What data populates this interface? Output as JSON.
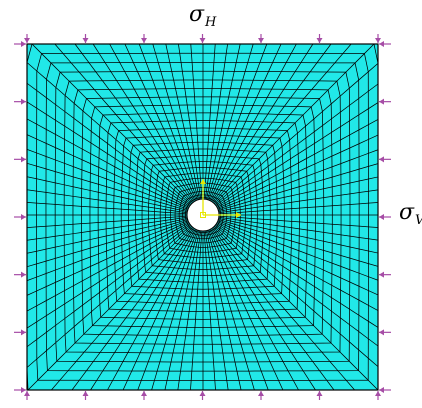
{
  "figure": {
    "labels": {
      "top_symbol": "σ",
      "top_subscript": "H",
      "right_symbol": "σ",
      "right_subscript": "V"
    },
    "colors": {
      "mesh_fill": "#21E8E8",
      "mesh_lines": "#000000",
      "hole_fill": "#FFFFFF",
      "load_arrows": "#A64DA6",
      "axis_triad": "#E6E600"
    },
    "mesh": {
      "radial_divisions": 24,
      "circumferential_divisions": 88
    },
    "loads": {
      "arrows_per_edge": 7
    }
  }
}
